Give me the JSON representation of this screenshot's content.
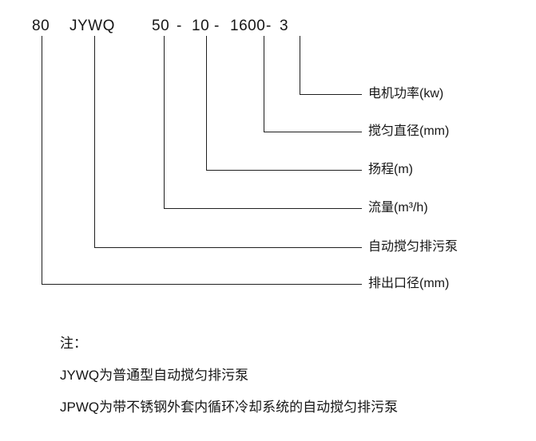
{
  "model_code": {
    "discharge": "80",
    "series": "JYWQ",
    "flow": "50",
    "dash1": "-",
    "head": "10",
    "dash2": "-",
    "mixing": "1600",
    "dash3": "-",
    "power": "3"
  },
  "labels": {
    "motor_power": "电机功率(kw)",
    "mixing_diameter": "搅匀直径(mm)",
    "head": "扬程(m)",
    "flow": "流量(m³/h)",
    "pump_type": "自动搅匀排污泵",
    "discharge_diameter": "排出口径(mm)"
  },
  "notes": {
    "title": "注：",
    "line1": "JYWQ为普通型自动搅匀排污泵",
    "line2": "JPWQ为带不锈钢外套内循环冷却系统的自动搅匀排污泵"
  }
}
